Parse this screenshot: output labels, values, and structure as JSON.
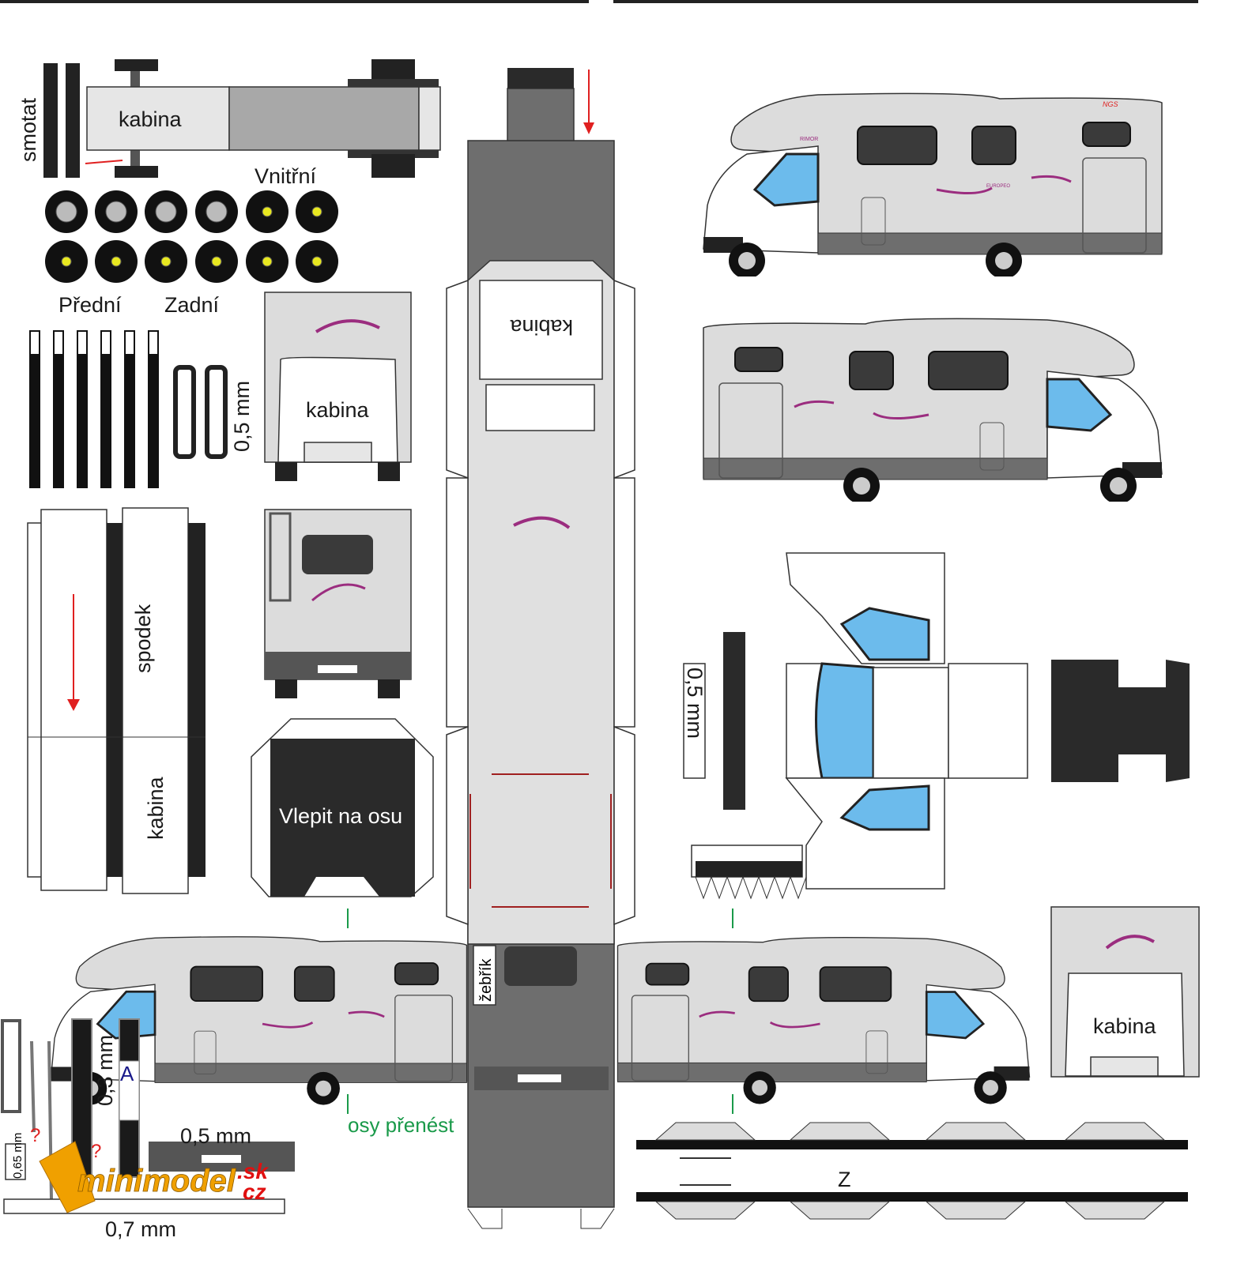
{
  "labels": {
    "smotat": "smotat",
    "kabina_chassis": "kabina",
    "vnitrni": "Vnitřní",
    "predni": "Přední",
    "zadni": "Zadní",
    "thickness_brackets": "0,5 mm",
    "kabina_front": "kabina",
    "kabina_center": "kabina",
    "spodek": "spodek",
    "kabina_spodek": "kabina",
    "vlepit": "Vlepit na osu",
    "thickness_cab": "0,5 mm",
    "zebrik": "žebřík",
    "osy": "osy přenést",
    "thickness_03": "0,3 mm",
    "letter_a": "A",
    "thickness_065": "0,65 mm",
    "thickness_bumper": "0,5 mm",
    "thickness_07": "0,7 mm",
    "kabina_right": "kabina",
    "z_mark": "Z"
  },
  "decals": {
    "brand": "RIMOR",
    "model": "EUROPEO",
    "series": "NGS"
  },
  "logo": {
    "name": "minimodel",
    "tld1": ".sk",
    "tld2": "cz"
  },
  "colors": {
    "body": "#dcdcdc",
    "skirt": "#6e6e6e",
    "window": "#3a3a3a",
    "glass": "#6cbbec",
    "accent": "#9b2d7f",
    "arrow": "#e02020",
    "axis": "#1a9a4a",
    "logo": "#f0a000"
  }
}
